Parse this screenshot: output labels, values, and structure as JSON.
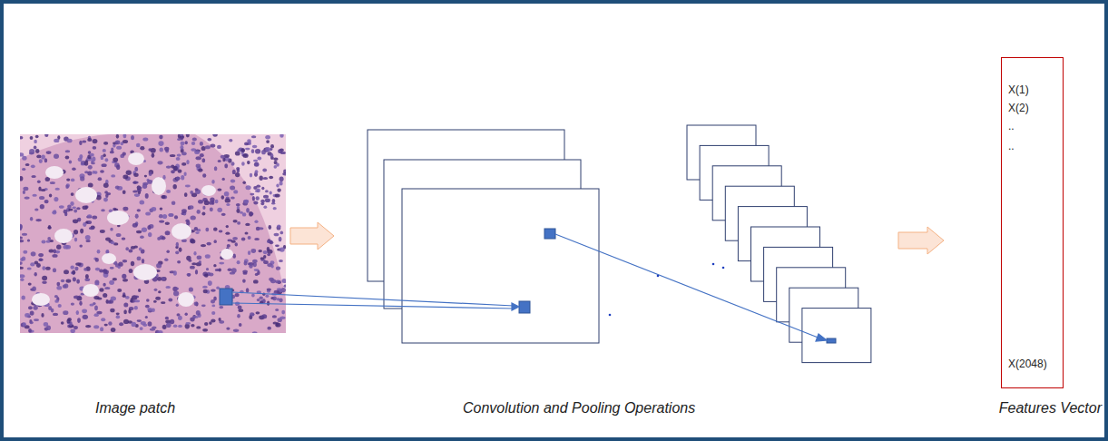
{
  "diagram": {
    "nodes": [
      {
        "text": [
          "X(1)",
          "X(2)",
          "..",
          "..",
          "X(2048)"
        ]
      }
    ],
    "labels": [
      "Image patch",
      "Convolution and Pooling Operations",
      "Features Vector"
    ]
  }
}
